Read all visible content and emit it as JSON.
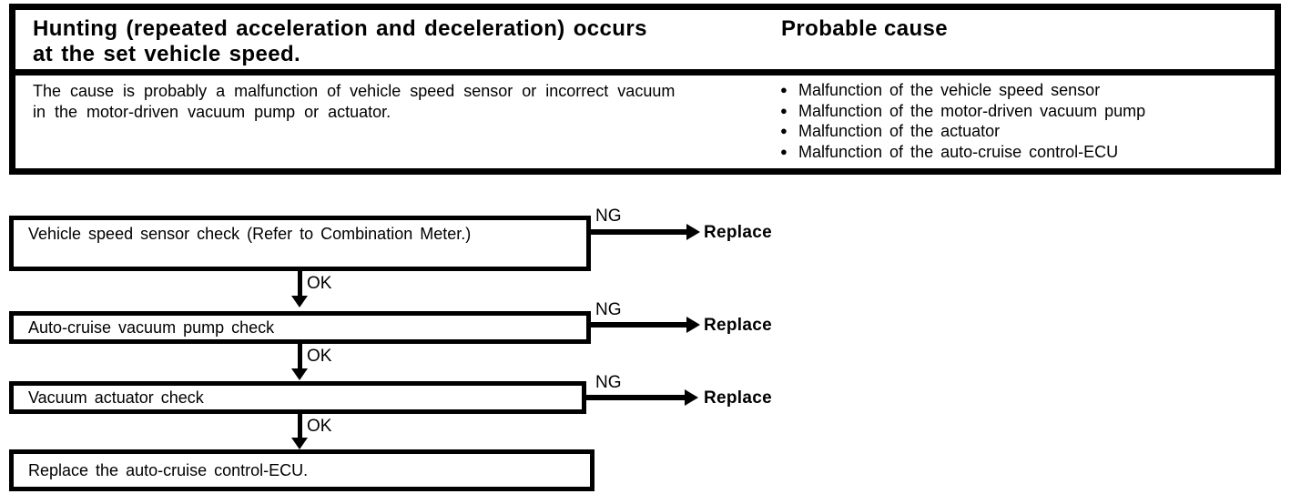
{
  "diagnosis_table": {
    "symptom": {
      "line1": "Hunting (repeated acceleration and deceleration) occurs",
      "line2": "at the set vehicle speed."
    },
    "probable_cause_header": "Probable cause",
    "description": {
      "line1": "The cause is probably a malfunction of vehicle speed sensor or incorrect vacuum",
      "line2": "in the motor-driven vacuum pump or actuator."
    },
    "bullet_glyph": "●",
    "probable_causes": [
      "Malfunction of the vehicle speed sensor",
      "Malfunction of the motor-driven vacuum pump",
      "Malfunction of the actuator",
      "Malfunction of the auto-cruise control-ECU"
    ]
  },
  "flowchart": {
    "ok_label": "OK",
    "ng_label": "NG",
    "steps": [
      {
        "text": "Vehicle speed sensor check (Refer to Combination Meter.)",
        "ng_action": "Replace"
      },
      {
        "text": "Auto-cruise vacuum pump check",
        "ng_action": "Replace"
      },
      {
        "text": "Vacuum actuator check",
        "ng_action": "Replace"
      }
    ],
    "final_step": "Replace the auto-cruise control-ECU."
  },
  "colors": {
    "ink": "#000000",
    "paper": "#ffffff"
  }
}
